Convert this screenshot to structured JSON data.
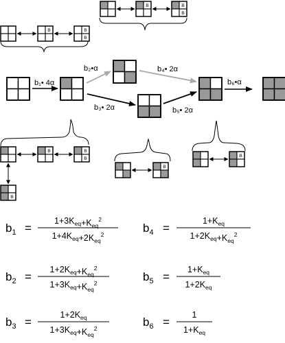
{
  "square_label": "B",
  "edges": [
    {
      "id": "b1",
      "label": "b₁• 4α"
    },
    {
      "id": "b2",
      "label": "b₂•α"
    },
    {
      "id": "b3",
      "label": "b₃• 2α"
    },
    {
      "id": "b4",
      "label": "b₄• 2α"
    },
    {
      "id": "b5",
      "label": "b₅• 2α"
    },
    {
      "id": "b6",
      "label": "b₆•α"
    }
  ],
  "equations": [
    {
      "id": "b1",
      "lhs": "b",
      "sub": "1",
      "equals": "=",
      "num": "1+3K_eq+K_eq^2",
      "den": "1+4K_eq+2K_eq^2"
    },
    {
      "id": "b2",
      "lhs": "b",
      "sub": "2",
      "equals": "=",
      "num": "1+2K_eq+K_eq^2",
      "den": "1+3K_eq+K_eq^2"
    },
    {
      "id": "b3",
      "lhs": "b",
      "sub": "3",
      "equals": "=",
      "num": "1+2K_eq",
      "den": "1+3K_eq+K_eq^2"
    },
    {
      "id": "b4",
      "lhs": "b",
      "sub": "4",
      "equals": "=",
      "num": "1+K_eq",
      "den": "1+2K_eq+K_eq^2"
    },
    {
      "id": "b5",
      "lhs": "b",
      "sub": "5",
      "equals": "=",
      "num": "1+K_eq",
      "den": "1+2K_eq"
    },
    {
      "id": "b6",
      "lhs": "b",
      "sub": "6",
      "equals": "=",
      "num": "1",
      "den": "1+K_eq"
    }
  ],
  "colors": {
    "shaded": "#999999",
    "black_arrow": "#000000",
    "gray_arrow": "#a8a8a8"
  }
}
